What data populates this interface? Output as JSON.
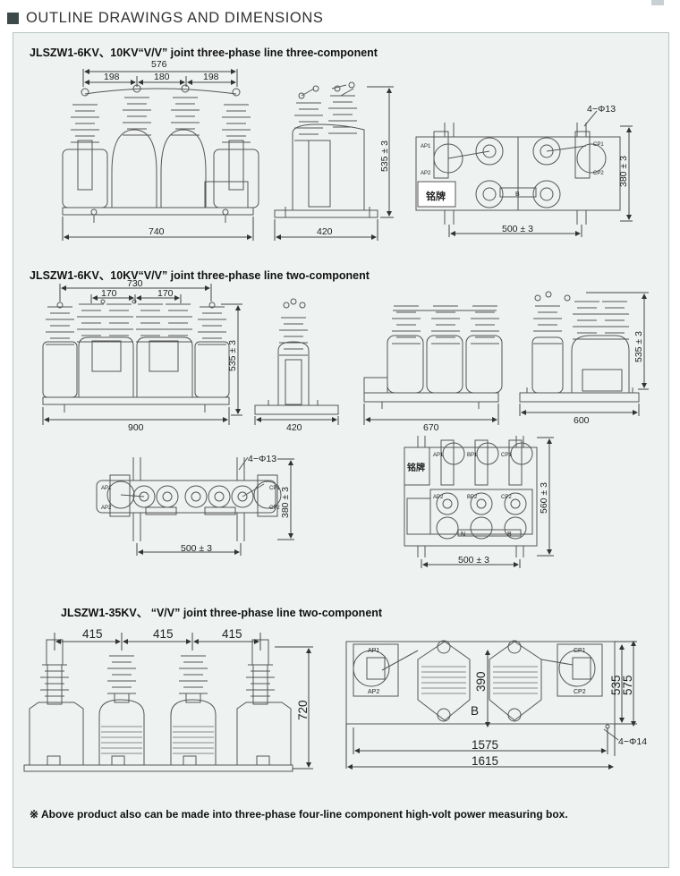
{
  "header": {
    "title": "OUTLINE DRAWINGS AND DIMENSIONS"
  },
  "sections": {
    "s1": {
      "title": "JLSZW1-6KV、10KV“V/V” joint three-phase line three-component",
      "dims": {
        "overall_top": "576",
        "seg1": "198",
        "seg2": "180",
        "seg3": "198",
        "width_front": "740",
        "height_side": "535 ± 3",
        "width_side": "420",
        "holes": "4−Φ13",
        "depth_top": "380 ± 3",
        "spacing_top": "500 ± 3"
      },
      "labels": {
        "ap1": "AP1",
        "ap2": "AP2",
        "cp1": "CP1",
        "cp2": "CP2",
        "b": "B",
        "nameplate": "铭牌"
      }
    },
    "s2": {
      "title": "JLSZW1-6KV、10KV“V/V” joint three-phase line two-component",
      "dims": {
        "overall_top": "730",
        "seg1": "170",
        "seg2": "170",
        "width_front": "900",
        "height_front": "535 ± 3",
        "width_side": "420",
        "width_front_b": "670",
        "width_side_b": "600",
        "height_side_b": "535 ± 3",
        "holes": "4−Φ13",
        "depth_top": "380 ± 3",
        "spacing_top": "500 ± 3",
        "depth_top_b": "560 ± 3",
        "spacing_top_b": "500 ± 3"
      },
      "labels": {
        "ap1": "AP1",
        "ap2": "AP2",
        "cp1": "CP1",
        "cp2": "CP2",
        "bp1": "BP1",
        "bp2": "BP2",
        "n": "N",
        "b": "B",
        "nameplate": "铭牌"
      }
    },
    "s3": {
      "title": "JLSZW1-35KV、 “V/V” joint three-phase line two-component",
      "dims": {
        "seg1": "415",
        "seg2": "415",
        "seg3": "415",
        "height_front": "720",
        "inner_height": "390",
        "height_a": "535",
        "height_b": "575",
        "width_a": "1575",
        "width_b": "1615",
        "holes": "4−Φ14"
      },
      "labels": {
        "ap1": "AP1",
        "ap2": "AP2",
        "cp1": "CP1",
        "cp2": "CP2",
        "b": "B"
      }
    }
  },
  "note": "※ Above product also can be made into three-phase four-line component high-volt power measuring box."
}
